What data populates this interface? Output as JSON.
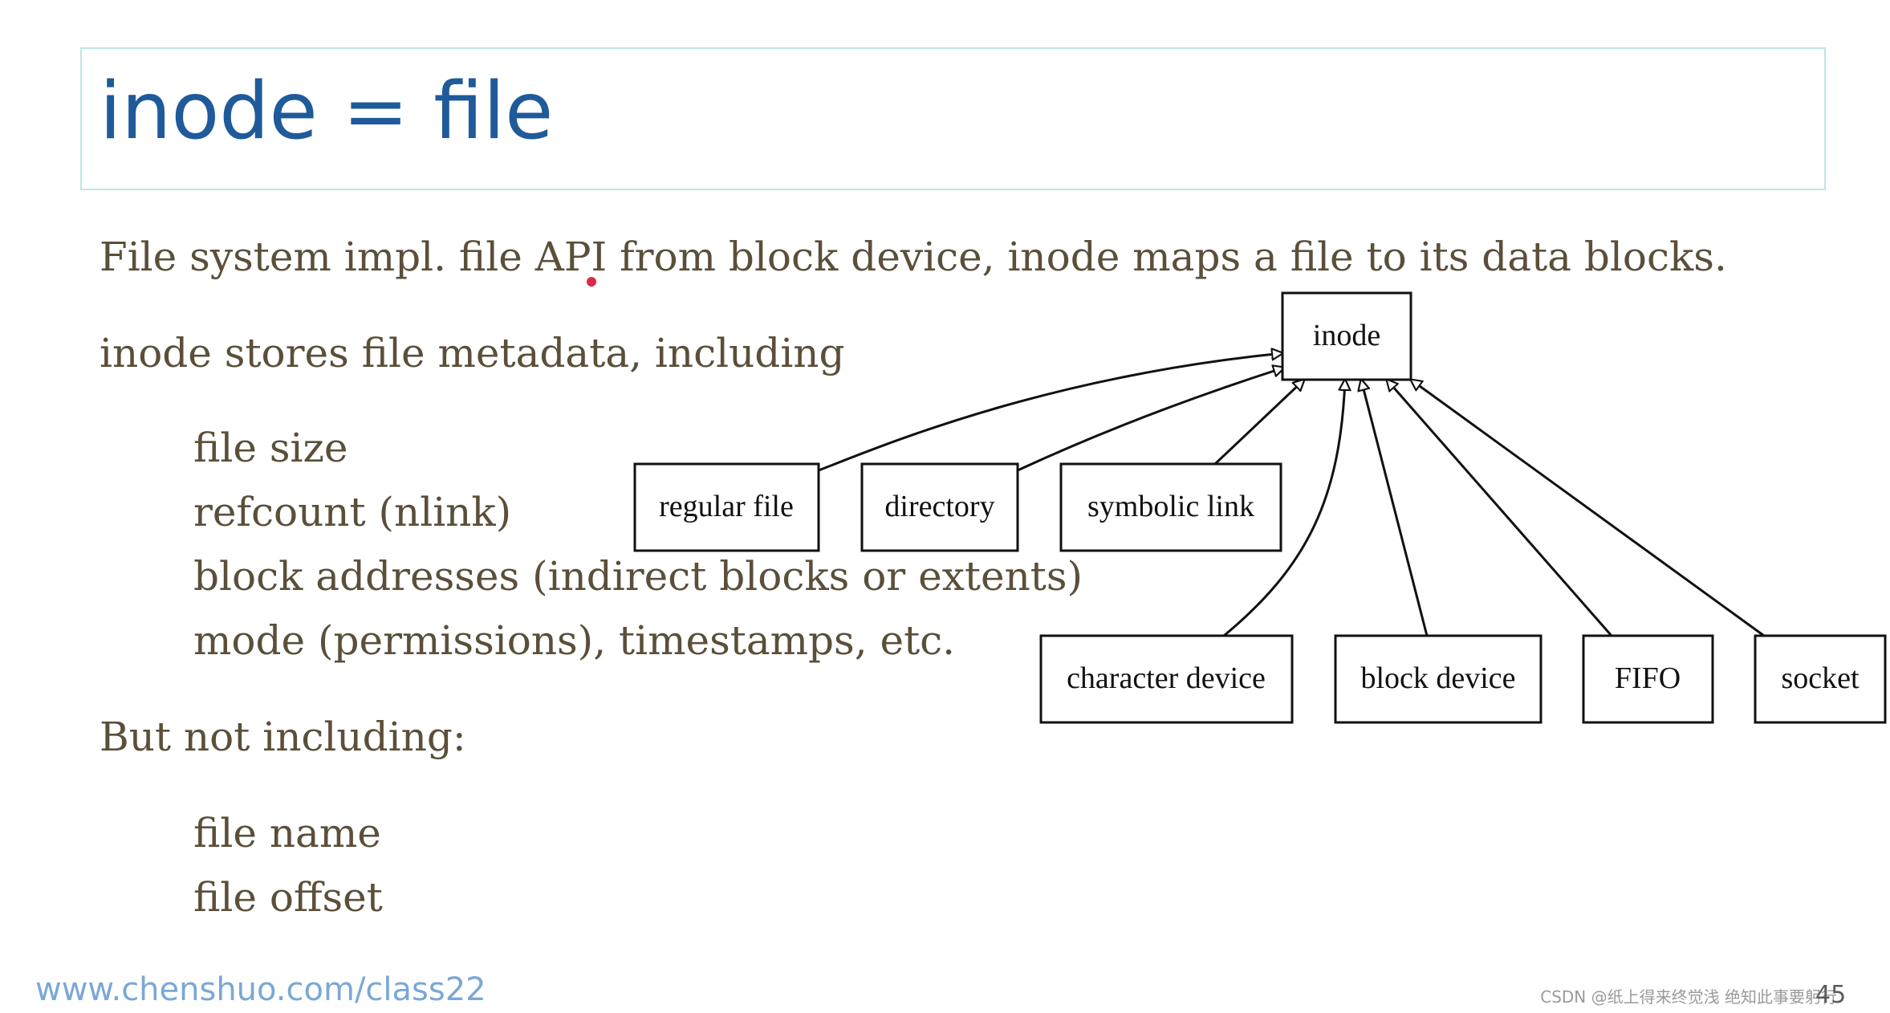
{
  "slide": {
    "title": "inode = file",
    "lines": [
      "File system impl. file API from block device, inode maps a file to its data blocks.",
      "inode stores file metadata, including",
      "file size",
      "refcount (nlink)",
      "block addresses (indirect blocks or extents)",
      "mode (permissions), timestamps, etc.",
      "But not including:",
      "file name",
      "file offset"
    ],
    "footer_url": "www.chenshuo.com/class22",
    "page_number": "45",
    "watermark": "CSDN @纸上得来终觉浅 绝知此事要躬行"
  },
  "diagram": {
    "parent": "inode",
    "children": [
      "regular file",
      "directory",
      "symbolic link",
      "character device",
      "block device",
      "FIFO",
      "socket"
    ],
    "edge_style": "hollow-triangle-arrow",
    "colors": {
      "stroke": "#111111",
      "fill": "#ffffff"
    }
  },
  "colors": {
    "title": "#1f5a9a",
    "body_text": "#5b4f3a",
    "title_border": "#bfe6e3",
    "footer_url": "#7aa8d6",
    "cursor_dot": "#e0294a"
  }
}
